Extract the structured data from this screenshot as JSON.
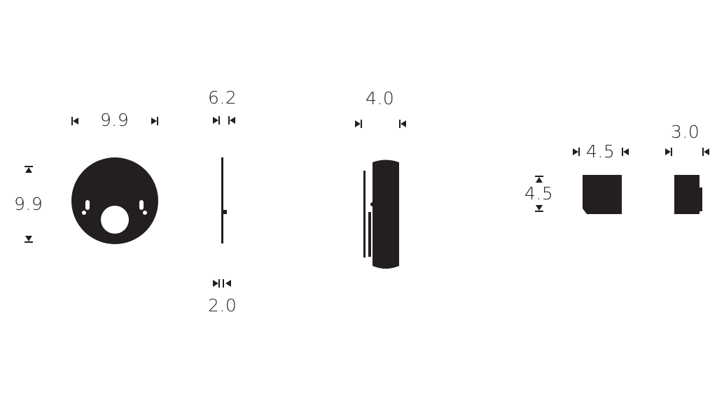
{
  "colors": {
    "ink": "#231f20",
    "background": "#ffffff"
  },
  "dimensions": {
    "round_plate_width": "9.9",
    "round_plate_height": "9.9",
    "plate_side_width": "6.2",
    "plate_side_depth": "2.0",
    "knob_side_width": "4.0",
    "square_front_width": "4.5",
    "square_front_height": "4.5",
    "square_side_width": "3.0"
  }
}
